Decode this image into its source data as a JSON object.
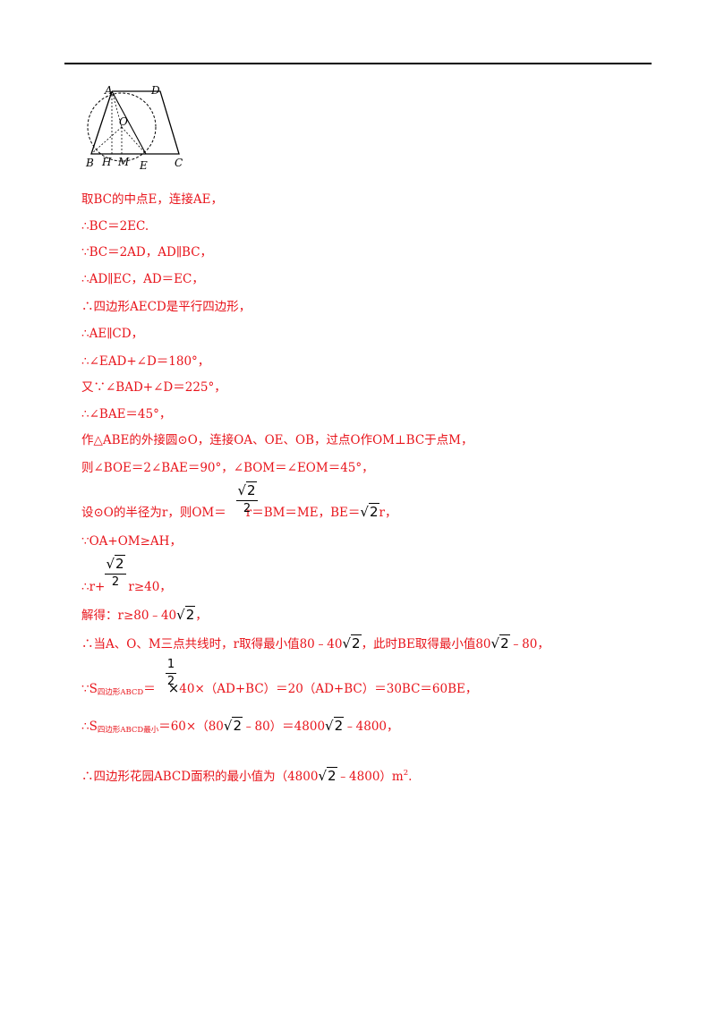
{
  "figure": {
    "points": {
      "A": "A",
      "D": "D",
      "O": "O",
      "B": "B",
      "H": "H",
      "M": "M",
      "E": "E",
      "C": "C"
    }
  },
  "lines": {
    "l1": "取BC的中点E，连接AE，",
    "l2": "∴BC＝2EC.",
    "l3": "∵BC＝2AD，AD∥BC，",
    "l4": "∴AD∥EC，AD＝EC，",
    "l5": "∴四边形AECD是平行四边形，",
    "l6": "∴AE∥CD，",
    "l7": "∴∠EAD+∠D＝180°，",
    "l8": "又∵∠BAD+∠D＝225°，",
    "l9": "∴∠BAE＝45°，",
    "l10": "作△ABE的外接圆⊙O，连接OA、OE、OB，过点O作OM⊥BC于点M，",
    "l11": "则∠BOE＝2∠BAE＝90°，∠BOM＝∠EOM＝45°，",
    "l12a": "设⊙O的半径为r，则OM＝",
    "l12b": "r＝BM＝ME，BE＝",
    "l12c": "r，",
    "l13": "∵OA+OM≥AH，",
    "l14a": "∴r+",
    "l14b": "r≥40，",
    "l15a": "解得：r≥80﹣40",
    "l15b": "，",
    "l16a": "∴当A、O、M三点共线时，r取得最小值80﹣40",
    "l16b": "，此时BE取得最小值80",
    "l16c": "﹣80，",
    "l17a": "∵S",
    "l17sub": "四边形ABCD",
    "l17b": "＝",
    "l17c": "40×（AD+BC）＝20（AD+BC）＝30BC＝60BE，",
    "l18a": "∴S",
    "l18sub": "四边形ABCD最小",
    "l18b": "＝60×（80",
    "l18c": "﹣80）＝4800",
    "l18d": "﹣4800，",
    "l19a": "∴四边形花园ABCD面积的最小值为（4800",
    "l19b": "﹣4800）m",
    "l19sup": "2",
    "l19c": "."
  },
  "math": {
    "sqrt_radicand": "2",
    "frac_sqrt2_over_2": {
      "num": "2",
      "den": "2"
    },
    "frac_1_over_2": {
      "num": "1",
      "den": "2"
    },
    "times": "×"
  }
}
